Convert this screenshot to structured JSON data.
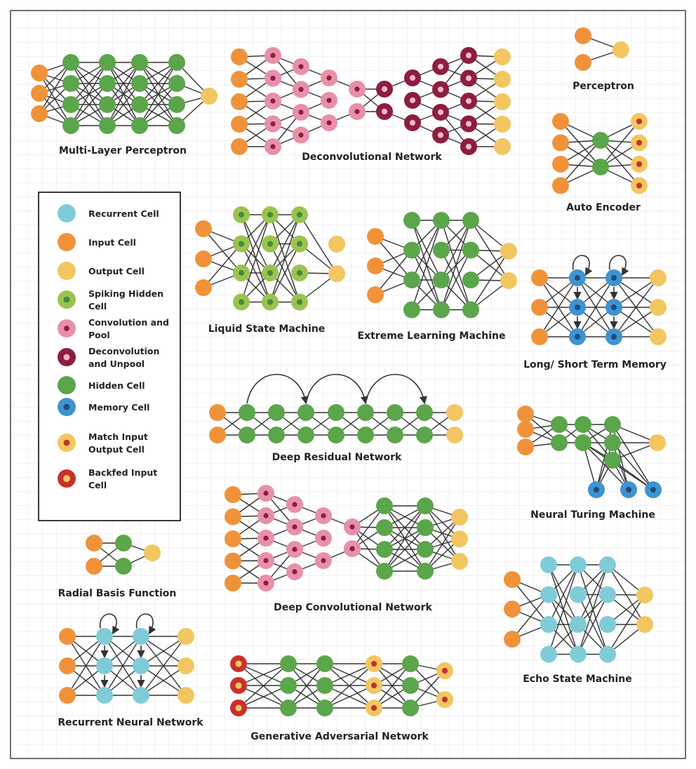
{
  "colors": {
    "input": "#F0923A",
    "output": "#F2C661",
    "hidden": "#5BA54B",
    "recurrent": "#7FCCD8",
    "spiking": "#9CC24F",
    "spiking_dot": "#3F8E3A",
    "conv": "#E890A8",
    "conv_dot": "#8C1E3E",
    "deconv": "#8C1E3E",
    "deconv_dot": "#F2B8C8",
    "memory": "#3E93D1",
    "memory_dot": "#1B4F7A",
    "match_ring": "#F2C661",
    "match_dot": "#C9302C",
    "backfed_ring": "#C9302C",
    "backfed_dot": "#F2C661"
  },
  "legend": {
    "items": [
      {
        "type": "recurrent",
        "label": [
          "Recurrent Cell"
        ]
      },
      {
        "type": "input",
        "label": [
          "Input Cell"
        ]
      },
      {
        "type": "output",
        "label": [
          "Output Cell"
        ]
      },
      {
        "type": "spiking",
        "label": [
          "Spiking Hidden",
          "Cell"
        ]
      },
      {
        "type": "conv",
        "label": [
          "Convolution and",
          "Pool"
        ]
      },
      {
        "type": "deconv",
        "label": [
          "Deconvolution",
          "and Unpool"
        ]
      },
      {
        "type": "hidden",
        "label": [
          "Hidden Cell"
        ]
      },
      {
        "type": "memory",
        "label": [
          "Memory Cell"
        ]
      },
      {
        "type": "match",
        "label": [
          "Match Input",
          "Output Cell"
        ]
      },
      {
        "type": "backfed",
        "label": [
          "Backfed Input",
          "Cell"
        ]
      }
    ]
  },
  "titles": {
    "mlp": "Multi-Layer Perceptron",
    "deconv": "Deconvolutional Network",
    "perceptron": "Perceptron",
    "autoencoder": "Auto Encoder",
    "lsm": "Liquid State Machine",
    "elm": "Extreme Learning Machine",
    "lstm": "Long/ Short Term Memory",
    "resnet": "Deep Residual Network",
    "ntm": "Neural Turing Machine",
    "dcn": "Deep Convolutional Network",
    "rbf": "Radial Basis Function",
    "esm": "Echo State Machine",
    "rnn": "Recurrent Neural Network",
    "gan": "Generative Adversarial Network"
  }
}
